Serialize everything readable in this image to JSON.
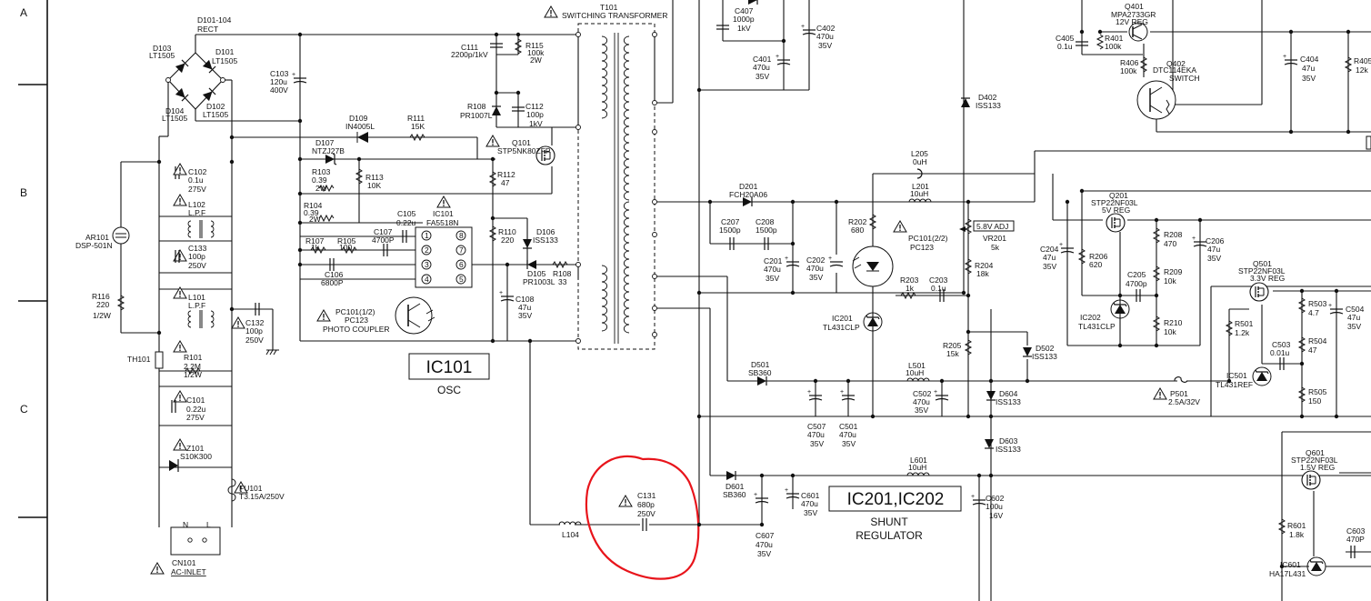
{
  "grid_rows": [
    "A",
    "B",
    "C"
  ],
  "blocks": {
    "ic101": "IC101",
    "ic101_sub": "OSC",
    "shunt": "IC201,IC202",
    "shunt_sub_1": "SHUNT",
    "shunt_sub_2": "REGULATOR"
  },
  "labels": {
    "d101_104": "D101-104",
    "rect": "RECT",
    "d103": "D103",
    "d103v": "LT1505",
    "d101": "D101",
    "d101v": "LT1505",
    "d104": "D104",
    "d104v": "LT1505",
    "d102": "D102",
    "d102v": "LT1505",
    "c103": "C103",
    "c103v1": "120u",
    "c103v2": "400V",
    "c102": "C102",
    "c102v1": "0.1u",
    "c102v2": "275V",
    "l102": "L102",
    "l102v": "L.P.F",
    "c133": "C133",
    "c133v1": "100p",
    "c133v2": "250V",
    "l101": "L101",
    "l101v": "L.P.F",
    "c132": "C132",
    "c132v1": "100p",
    "c132v2": "250V",
    "ar101": "AR101",
    "ar101v": "DSP-501N",
    "r116": "R116",
    "r116v1": "220",
    "r116v2": "1/2W",
    "th101": "TH101",
    "r101": "R101",
    "r101v1": "2.2M",
    "r101v2": "1/2W",
    "c101": "C101",
    "c101v1": "0.22u",
    "c101v2": "275V",
    "z101": "Z101",
    "z101v": "S10K300",
    "fu101": "FU101",
    "fu101v": "T3.15A/250V",
    "n": "N",
    "l": "L",
    "cn101": "CN101",
    "cn101v": "AC-INLET",
    "d109": "D109",
    "d109v": "IN4005L",
    "r111": "R111",
    "r111v": "15K",
    "d107": "D107",
    "d107v": "NTZJ27B",
    "r103": "R103",
    "r103v1": "0.39",
    "r103v2": "2W",
    "r113": "R113",
    "r113v": "10K",
    "r104": "R104",
    "r104v1": "0.39",
    "r104v2": "2W",
    "c105": "C105",
    "c105v": "0.22u",
    "ic101lbl": "IC101",
    "ic101v": "FA5518N",
    "r107": "R107",
    "r107v": "1k",
    "r105": "R105",
    "r105v": "100",
    "c107": "C107",
    "c107v": "4700P",
    "c106": "C106",
    "c106v": "6800P",
    "pc101a": "PC101(1/2)",
    "pc101av": "PC123",
    "photo": "PHOTO COUPLER",
    "q101": "Q101",
    "q101v": "STP5NK80ZFP",
    "r112": "R112",
    "r112v": "47",
    "r110": "R110",
    "r110v": "220",
    "d106": "D106",
    "d106v": "ISS133",
    "d105": "D105",
    "d105v": "PR1003L",
    "r108b": "R108",
    "r108bv": "33",
    "c108": "C108",
    "c108v1": "47u",
    "c108v2": "35V",
    "c111": "C111",
    "c111v": "2200p/1kV",
    "r115": "R115",
    "r115v1": "100k",
    "r115v2": "2W",
    "r108": "R108",
    "r108v": "PR1007L",
    "c112": "C112",
    "c112v1": "100p",
    "c112v2": "1kV",
    "t101": "T101",
    "t101v": "SWITCHING TRANSFORMER",
    "c131": "C131",
    "c131v1": "680p",
    "c131v2": "250V",
    "l104": "L104",
    "c407": "C407",
    "c407v1": "1000p",
    "c407v2": "1kV",
    "c402": "C402",
    "c402v1": "470u",
    "c402v2": "35V",
    "c401": "C401",
    "c401v1": "470u",
    "c401v2": "35V",
    "d402": "D402",
    "d402v": "ISS133",
    "q401": "Q401",
    "q401v1": "MPA2733GR",
    "q401v2": "12V REG",
    "c405": "C405",
    "c405v": "0.1u",
    "r401": "R401",
    "r401v": "100k",
    "r406": "R406",
    "r406v": "100k",
    "q402": "Q402",
    "q402v1": "DTC114EKA",
    "q402v2": "SWITCH",
    "c404": "C404",
    "c404v1": "47u",
    "c404v2": "35V",
    "r405": "R405",
    "r405v": "12k",
    "l205": "L205",
    "l205v": "0uH",
    "l201": "L201",
    "l201v": "10uH",
    "d201": "D201",
    "d201v": "FCH20A06",
    "c207": "C207",
    "c207v": "1500p",
    "c208": "C208",
    "c208v": "1500p",
    "c201": "C201",
    "c201v1": "470u",
    "c201v2": "35V",
    "c202": "C202",
    "c202v1": "470u",
    "c202v2": "35V",
    "r202": "R202",
    "r202v": "680",
    "pc101b": "PC101(2/2)",
    "pc101bv": "PC123",
    "adj": "5.8V ADJ",
    "vr201": "VR201",
    "vr201v": "5k",
    "r204": "R204",
    "r204v": "18k",
    "r203": "R203",
    "r203v": "1k",
    "c203": "C203",
    "c203v": "0.1u",
    "ic201": "IC201",
    "ic201v": "TL431CLP",
    "r205": "R205",
    "r205v": "15k",
    "d502": "D502",
    "d502v": "ISS133",
    "d501": "D501",
    "d501v": "SB360",
    "l501": "L501",
    "l501v": "10uH",
    "c502": "C502",
    "c502v1": "470u",
    "c502v2": "35V",
    "c507": "C507",
    "c507v1": "470u",
    "c507v2": "35V",
    "c501": "C501",
    "c501v1": "470u",
    "c501v2": "35V",
    "d604": "D604",
    "d604v": "ISS133",
    "d603": "D603",
    "d603v": "ISS133",
    "l601": "L601",
    "l601v": "10uH",
    "d601": "D601",
    "d601v": "SB360",
    "c601": "C601",
    "c601v1": "470u",
    "c601v2": "35V",
    "c607": "C607",
    "c607v1": "470u",
    "c607v2": "35V",
    "c602": "C602",
    "c602v1": "100u",
    "c602v2": "16V",
    "q201": "Q201",
    "q201v1": "STP22NF03L",
    "q201v2": "5V REG",
    "c204": "C204",
    "c204v1": "47u",
    "c204v2": "35V",
    "r206": "R206",
    "r206v": "620",
    "r208": "R208",
    "r208v": "470",
    "c206": "C206",
    "c206v1": "47u",
    "c206v2": "35V",
    "c205": "C205",
    "c205v": "4700p",
    "r209": "R209",
    "r209v": "10k",
    "ic202": "IC202",
    "ic202v": "TL431CLP",
    "r210": "R210",
    "r210v": "10k",
    "q501": "Q501",
    "q501v1": "STP22NF03L",
    "q501v2": "3.3V REG",
    "r503": "R503",
    "r503v": "4.7",
    "c504": "C504",
    "c504v1": "47u",
    "c504v2": "35V",
    "r501": "R501",
    "r501v": "1.2k",
    "c503": "C503",
    "c503v": "0.01u",
    "r504": "R504",
    "r504v": "47",
    "ic501": "IC501",
    "ic501v": "TL431REF",
    "r505": "R505",
    "r505v": "150",
    "p501": "P501",
    "p501v": "2.5A/32V",
    "q601": "Q601",
    "q601v1": "STP22NF03L",
    "q601v2": "1.5V REG",
    "r601": "R601",
    "r601v": "1.8k",
    "c603": "C603",
    "c603v": "470P",
    "ic601": "IC601",
    "ic601v": "HA17L431",
    "pin1": "1",
    "pin2": "2",
    "pin3": "3",
    "pin4": "4",
    "pin5": "5",
    "pin6": "6",
    "pin7": "7",
    "pin8": "8"
  },
  "colors": {
    "ink": "#111111",
    "highlight": "#e8141b",
    "paper": "#ffffff"
  }
}
